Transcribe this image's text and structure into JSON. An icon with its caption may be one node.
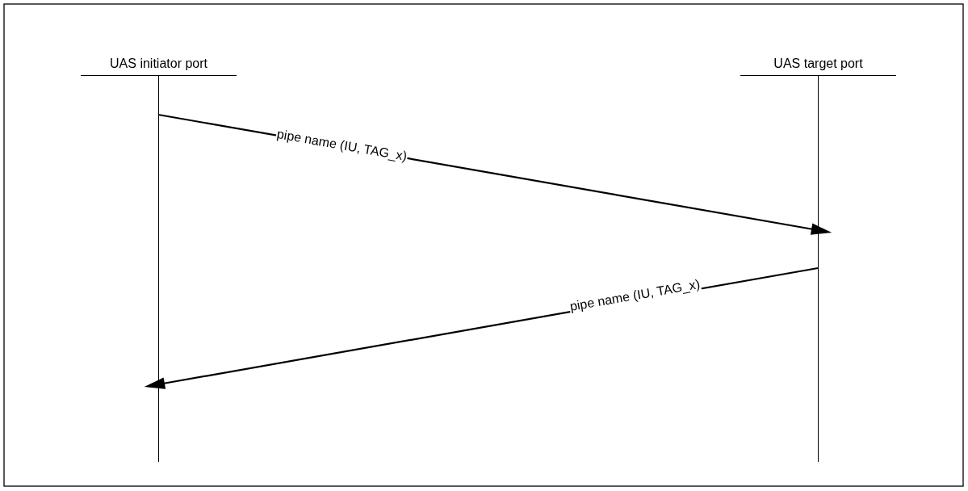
{
  "diagram": {
    "nodes": [
      {
        "text": [
          "UAS initiator port"
        ]
      },
      {
        "text": [
          "UAS target port"
        ]
      }
    ],
    "edges": [
      {
        "from": 0,
        "to": 1,
        "arrow": "to",
        "label": "pipe name (IU, TAG_x)"
      },
      {
        "from": 1,
        "to": 0,
        "arrow": "to",
        "label": "pipe name (IU, TAG_x)"
      }
    ]
  }
}
